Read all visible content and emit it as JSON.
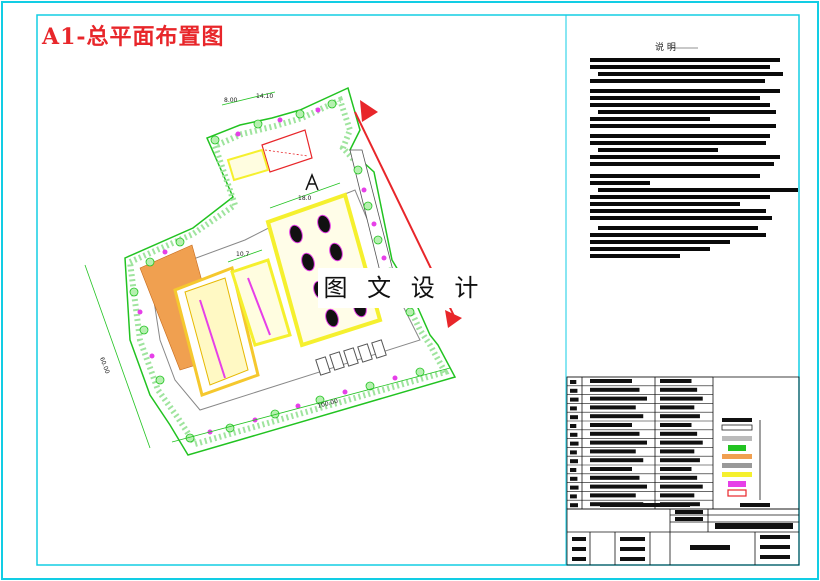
{
  "sheet_title": "A1-总平面布置图",
  "notes_heading": "说 明",
  "watermark": "图 文 设 计",
  "colors": {
    "border_cyan": "#12cde4",
    "title_red": "#e8262a",
    "green_line": "#22c321",
    "paving_yellow": "#f5f02e",
    "paving_orange": "#f0a050",
    "shrub_magenta": "#e63fe8",
    "road_grey": "#888888"
  },
  "site_labels": {
    "dim_top_left": "8.00",
    "dim_top_right": "14.10",
    "dim_canopy": "18.0",
    "dim_building": "10.7",
    "dim_bottom": "100.00",
    "dim_left": "60.00"
  }
}
